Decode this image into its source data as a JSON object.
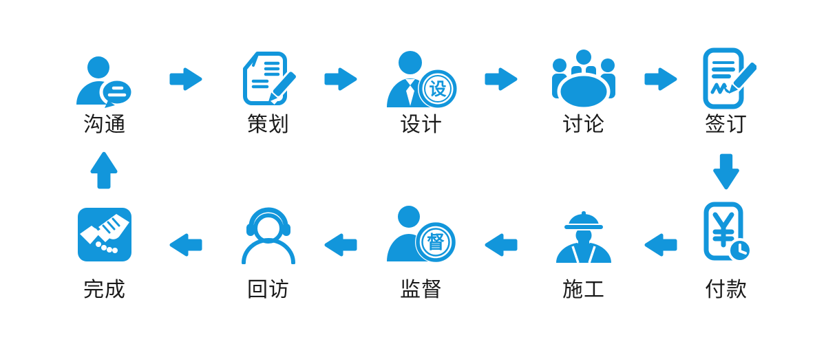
{
  "diagram_title": "service-workflow",
  "colors": {
    "primary_blue": "#1296db",
    "label_text": "#1a1a1a",
    "background": "#ffffff",
    "icon_detail": "#ffffff"
  },
  "steps": [
    {
      "order": 1,
      "label": "沟通",
      "icon": "person-chat-icon"
    },
    {
      "order": 2,
      "label": "策划",
      "icon": "document-pen-icon"
    },
    {
      "order": 3,
      "label": "设计",
      "icon": "designer-badge-icon",
      "badge_char": "设"
    },
    {
      "order": 4,
      "label": "讨论",
      "icon": "meeting-table-icon"
    },
    {
      "order": 5,
      "label": "签订",
      "icon": "contract-sign-icon"
    },
    {
      "order": 6,
      "label": "付款",
      "icon": "payment-clock-icon",
      "currency_char": "¥"
    },
    {
      "order": 7,
      "label": "施工",
      "icon": "construction-worker-icon"
    },
    {
      "order": 8,
      "label": "监督",
      "icon": "supervisor-badge-icon",
      "badge_char": "督"
    },
    {
      "order": 9,
      "label": "回访",
      "icon": "headset-person-icon"
    },
    {
      "order": 10,
      "label": "完成",
      "icon": "handshake-icon"
    }
  ],
  "connectors": [
    {
      "from": "沟通",
      "to": "策划",
      "direction": "right"
    },
    {
      "from": "策划",
      "to": "设计",
      "direction": "right"
    },
    {
      "from": "设计",
      "to": "讨论",
      "direction": "right"
    },
    {
      "from": "讨论",
      "to": "签订",
      "direction": "right"
    },
    {
      "from": "签订",
      "to": "付款",
      "direction": "down"
    },
    {
      "from": "付款",
      "to": "施工",
      "direction": "left"
    },
    {
      "from": "施工",
      "to": "监督",
      "direction": "left"
    },
    {
      "from": "监督",
      "to": "回访",
      "direction": "left"
    },
    {
      "from": "回访",
      "to": "完成",
      "direction": "left"
    },
    {
      "from": "完成",
      "to": "沟通",
      "direction": "up"
    }
  ]
}
